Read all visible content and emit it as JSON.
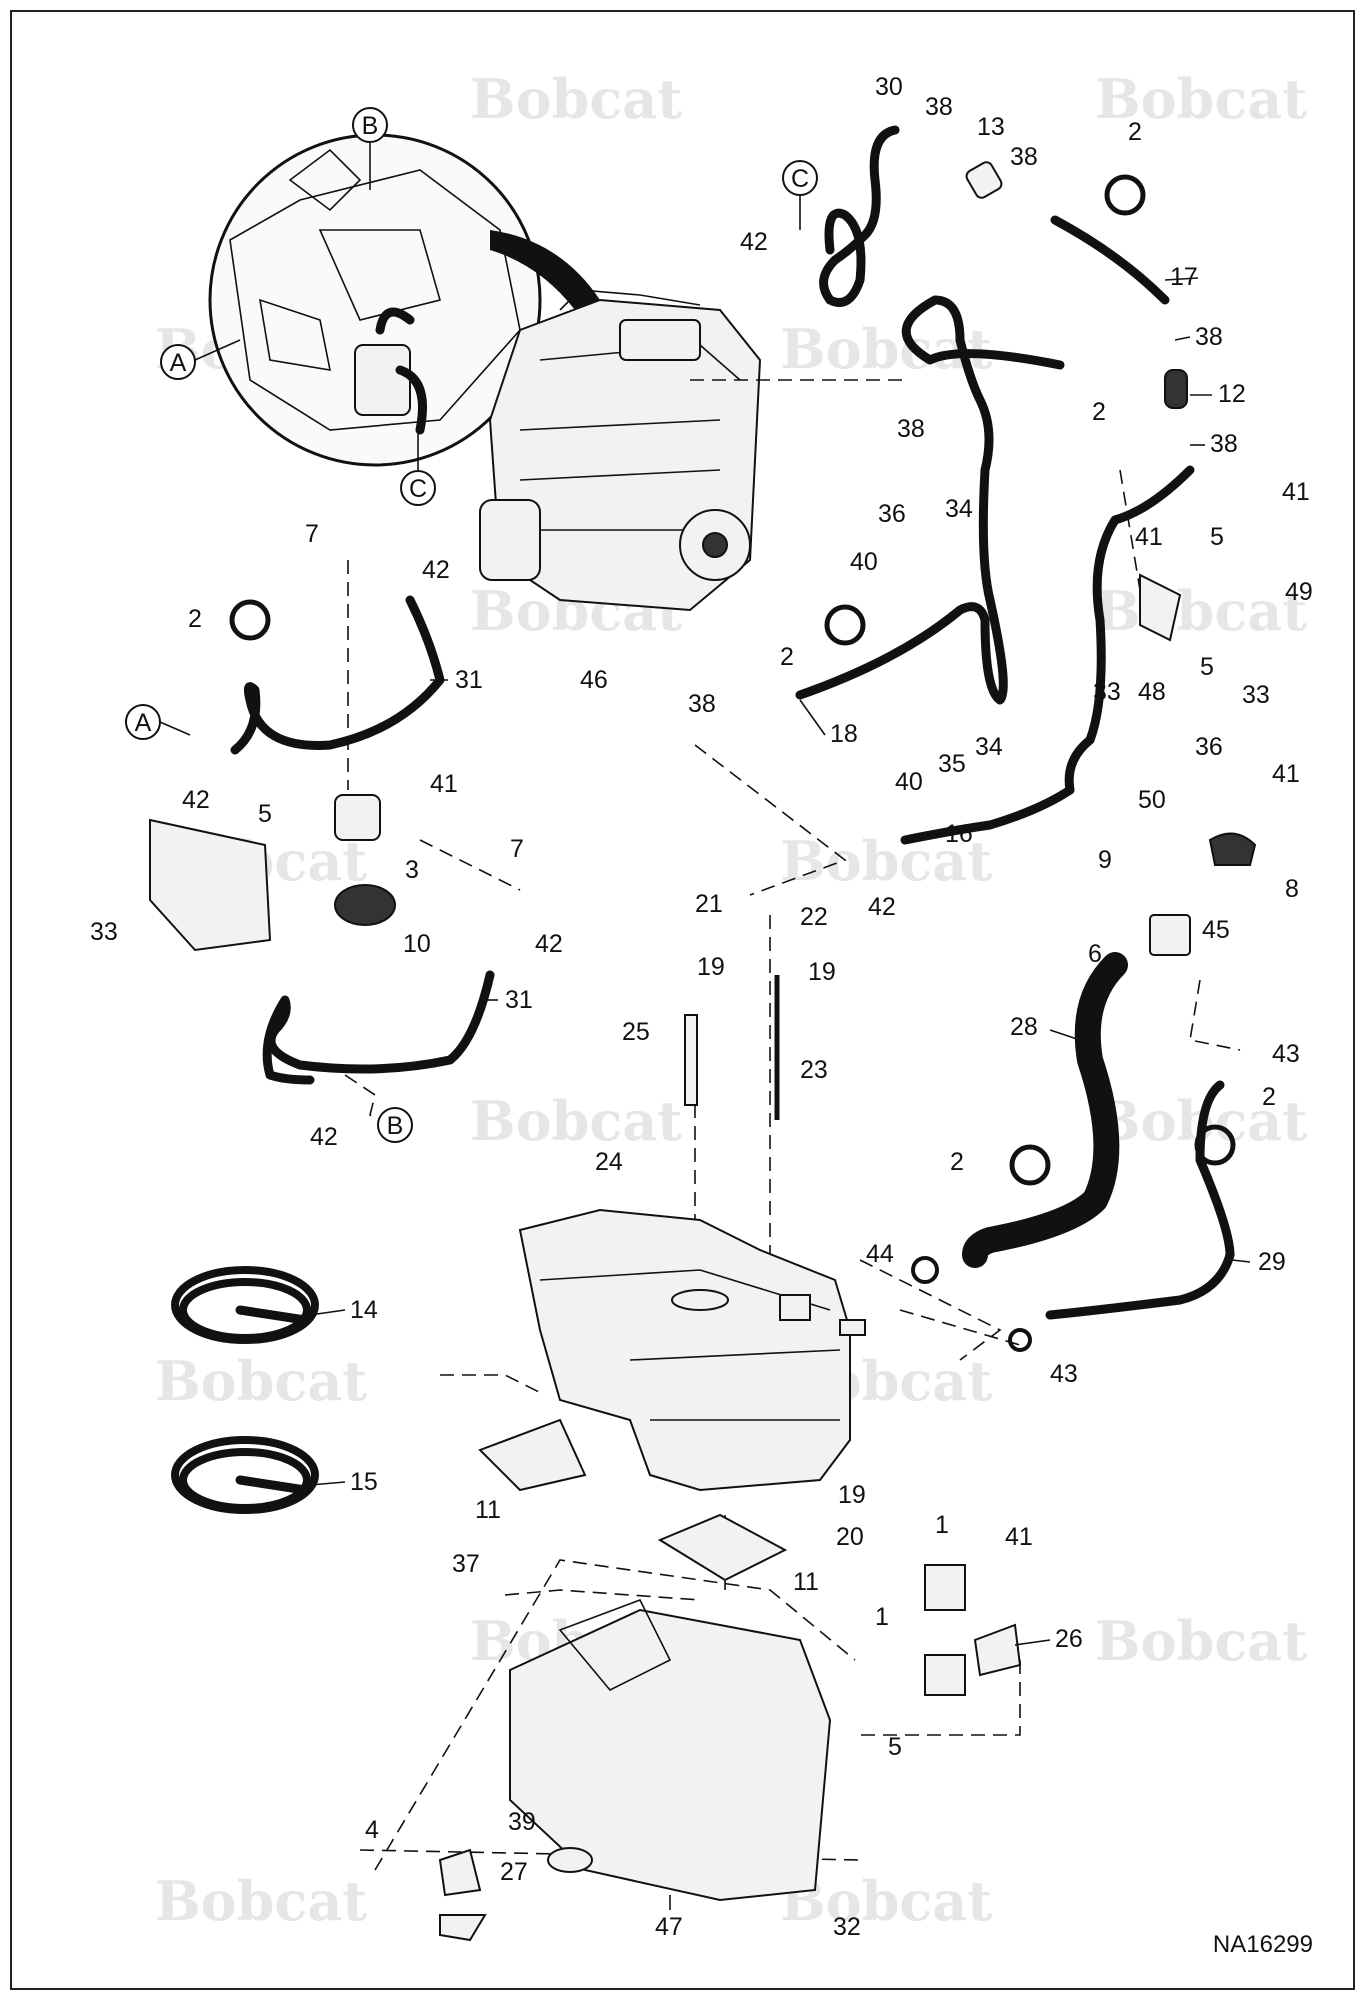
{
  "watermark": {
    "text": "Bobcat"
  },
  "drawing_code": "NA16299",
  "detail_refs": {
    "A": "A",
    "B": "B",
    "C": "C"
  },
  "callouts": {
    "c1a": "1",
    "c1b": "1",
    "c2a": "2",
    "c2b": "2",
    "c2c": "2",
    "c2d": "2",
    "c2e": "2",
    "c2f": "2",
    "c3": "3",
    "c4": "4",
    "c5a": "5",
    "c5b": "5",
    "c5c": "5",
    "c5d": "5",
    "c6": "6",
    "c7a": "7",
    "c7b": "7",
    "c8": "8",
    "c9": "9",
    "c10": "10",
    "c11a": "11",
    "c11b": "11",
    "c12": "12",
    "c13": "13",
    "c14": "14",
    "c15": "15",
    "c16": "16",
    "c17": "17",
    "c18": "18",
    "c19a": "19",
    "c19b": "19",
    "c19c": "19",
    "c20": "20",
    "c21": "21",
    "c22": "22",
    "c23": "23",
    "c24": "24",
    "c25": "25",
    "c26": "26",
    "c27": "27",
    "c28": "28",
    "c29": "29",
    "c30": "30",
    "c31a": "31",
    "c31b": "31",
    "c32": "32",
    "c33a": "33",
    "c33b": "33",
    "c33c": "33",
    "c34a": "34",
    "c34b": "34",
    "c35": "35",
    "c36a": "36",
    "c36b": "36",
    "c37": "37",
    "c38a": "38",
    "c38b": "38",
    "c38c": "38",
    "c38d": "38",
    "c38e": "38",
    "c38f": "38",
    "c39": "39",
    "c40a": "40",
    "c40b": "40",
    "c41a": "41",
    "c41b": "41",
    "c41c": "41",
    "c41d": "41",
    "c41e": "41",
    "c42a": "42",
    "c42b": "42",
    "c42c": "42",
    "c42d": "42",
    "c42e": "42",
    "c43a": "43",
    "c43b": "43",
    "c44": "44",
    "c45": "45",
    "c46": "46",
    "c47": "47",
    "c48": "48",
    "c49": "49",
    "c50": "50"
  }
}
